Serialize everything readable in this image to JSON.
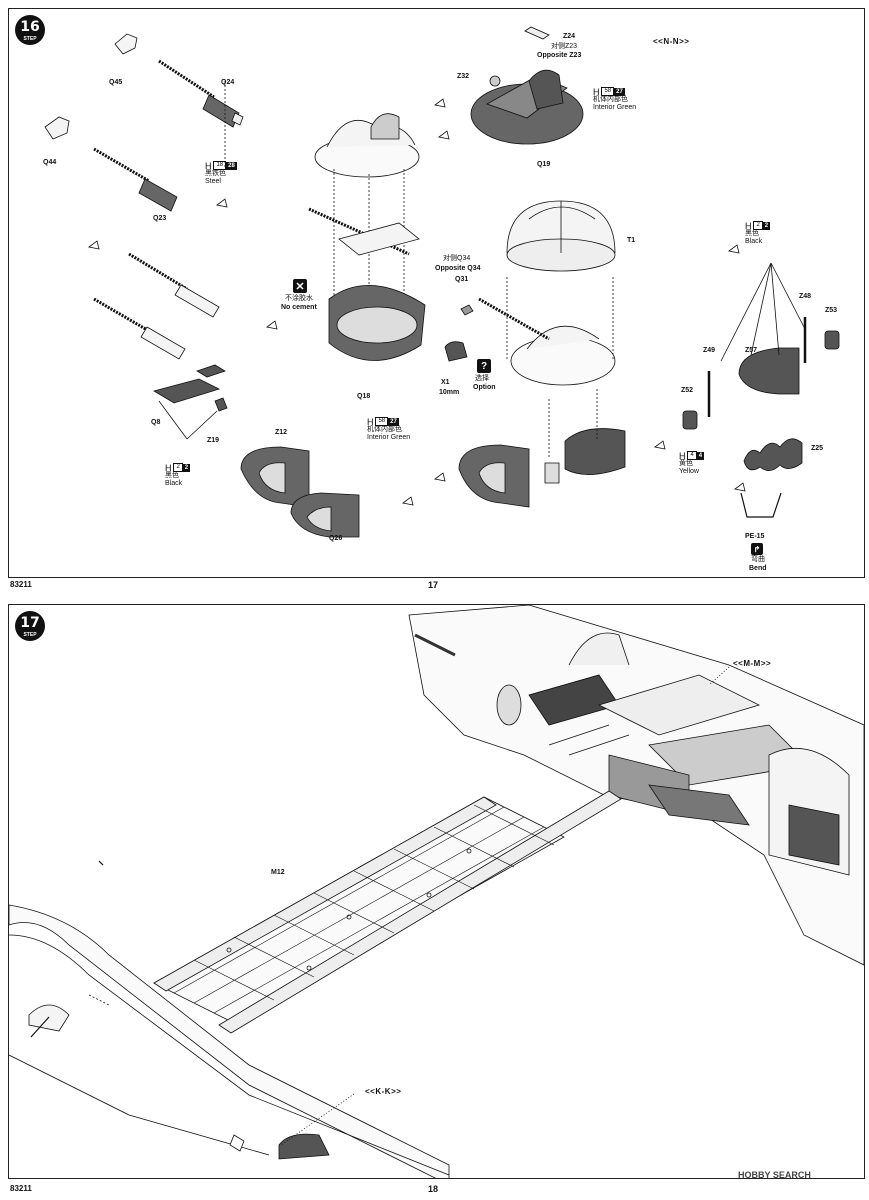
{
  "page1": {
    "step": {
      "number": "16",
      "word": "STEP"
    },
    "section_label": "<<N-N>>",
    "page_number": "17",
    "product_code": "83211",
    "parts": {
      "q45": "Q45",
      "q24": "Q24",
      "q44": "Q44",
      "q23": "Q23",
      "z24": "Z24",
      "opposite_z23_cn": "对侧Z23",
      "opposite_z23": "Opposite Z23",
      "z32": "Z32",
      "q19": "Q19",
      "t1": "T1",
      "opposite_q34_cn": "对侧Q34",
      "opposite_q34": "Opposite Q34",
      "q31": "Q31",
      "x1": "X1",
      "x1_len": "10mm",
      "q18": "Q18",
      "q8": "Q8",
      "z19": "Z19",
      "z12": "Z12",
      "q26": "Q26",
      "z48": "Z48",
      "z53": "Z53",
      "z49": "Z49",
      "z57": "Z57",
      "z52": "Z52",
      "z25": "Z25",
      "pe15": "PE-15"
    },
    "paints": {
      "steel": {
        "letter": "H",
        "num": "18",
        "code": "28",
        "cn": "黑铁色",
        "en": "Steel"
      },
      "interior_green_top": {
        "letter": "H",
        "num": "58",
        "code": "27",
        "cn": "机体内部色",
        "en": "Interior Green"
      },
      "interior_green_mid": {
        "letter": "H",
        "num": "58",
        "code": "27",
        "cn": "机体内部色",
        "en": "Interior Green"
      },
      "black_left": {
        "letter": "H",
        "num": "2",
        "code": "2",
        "cn": "黑色",
        "en": "Black"
      },
      "black_right": {
        "letter": "H",
        "num": "2",
        "code": "2",
        "cn": "黑色",
        "en": "Black"
      },
      "yellow": {
        "letter": "H",
        "num": "4",
        "code": "4",
        "cn": "黄色",
        "en": "Yellow"
      }
    },
    "notes": {
      "no_cement_cn": "不涂胶水",
      "no_cement": "No cement",
      "option_cn": "选择",
      "option": "Option",
      "bend_cn": "弯曲",
      "bend": "Bend"
    }
  },
  "page2": {
    "step": {
      "number": "17",
      "word": "STEP"
    },
    "section_mm": "<<M-M>>",
    "section_kk": "<<K-K>>",
    "part_m12": "M12",
    "page_number": "18",
    "product_code": "83211",
    "watermark": "HOBBY SEARCH"
  },
  "icons": [
    "cross-box-icon",
    "question-box-icon",
    "bend-icon",
    "direction-arrow-icon"
  ]
}
